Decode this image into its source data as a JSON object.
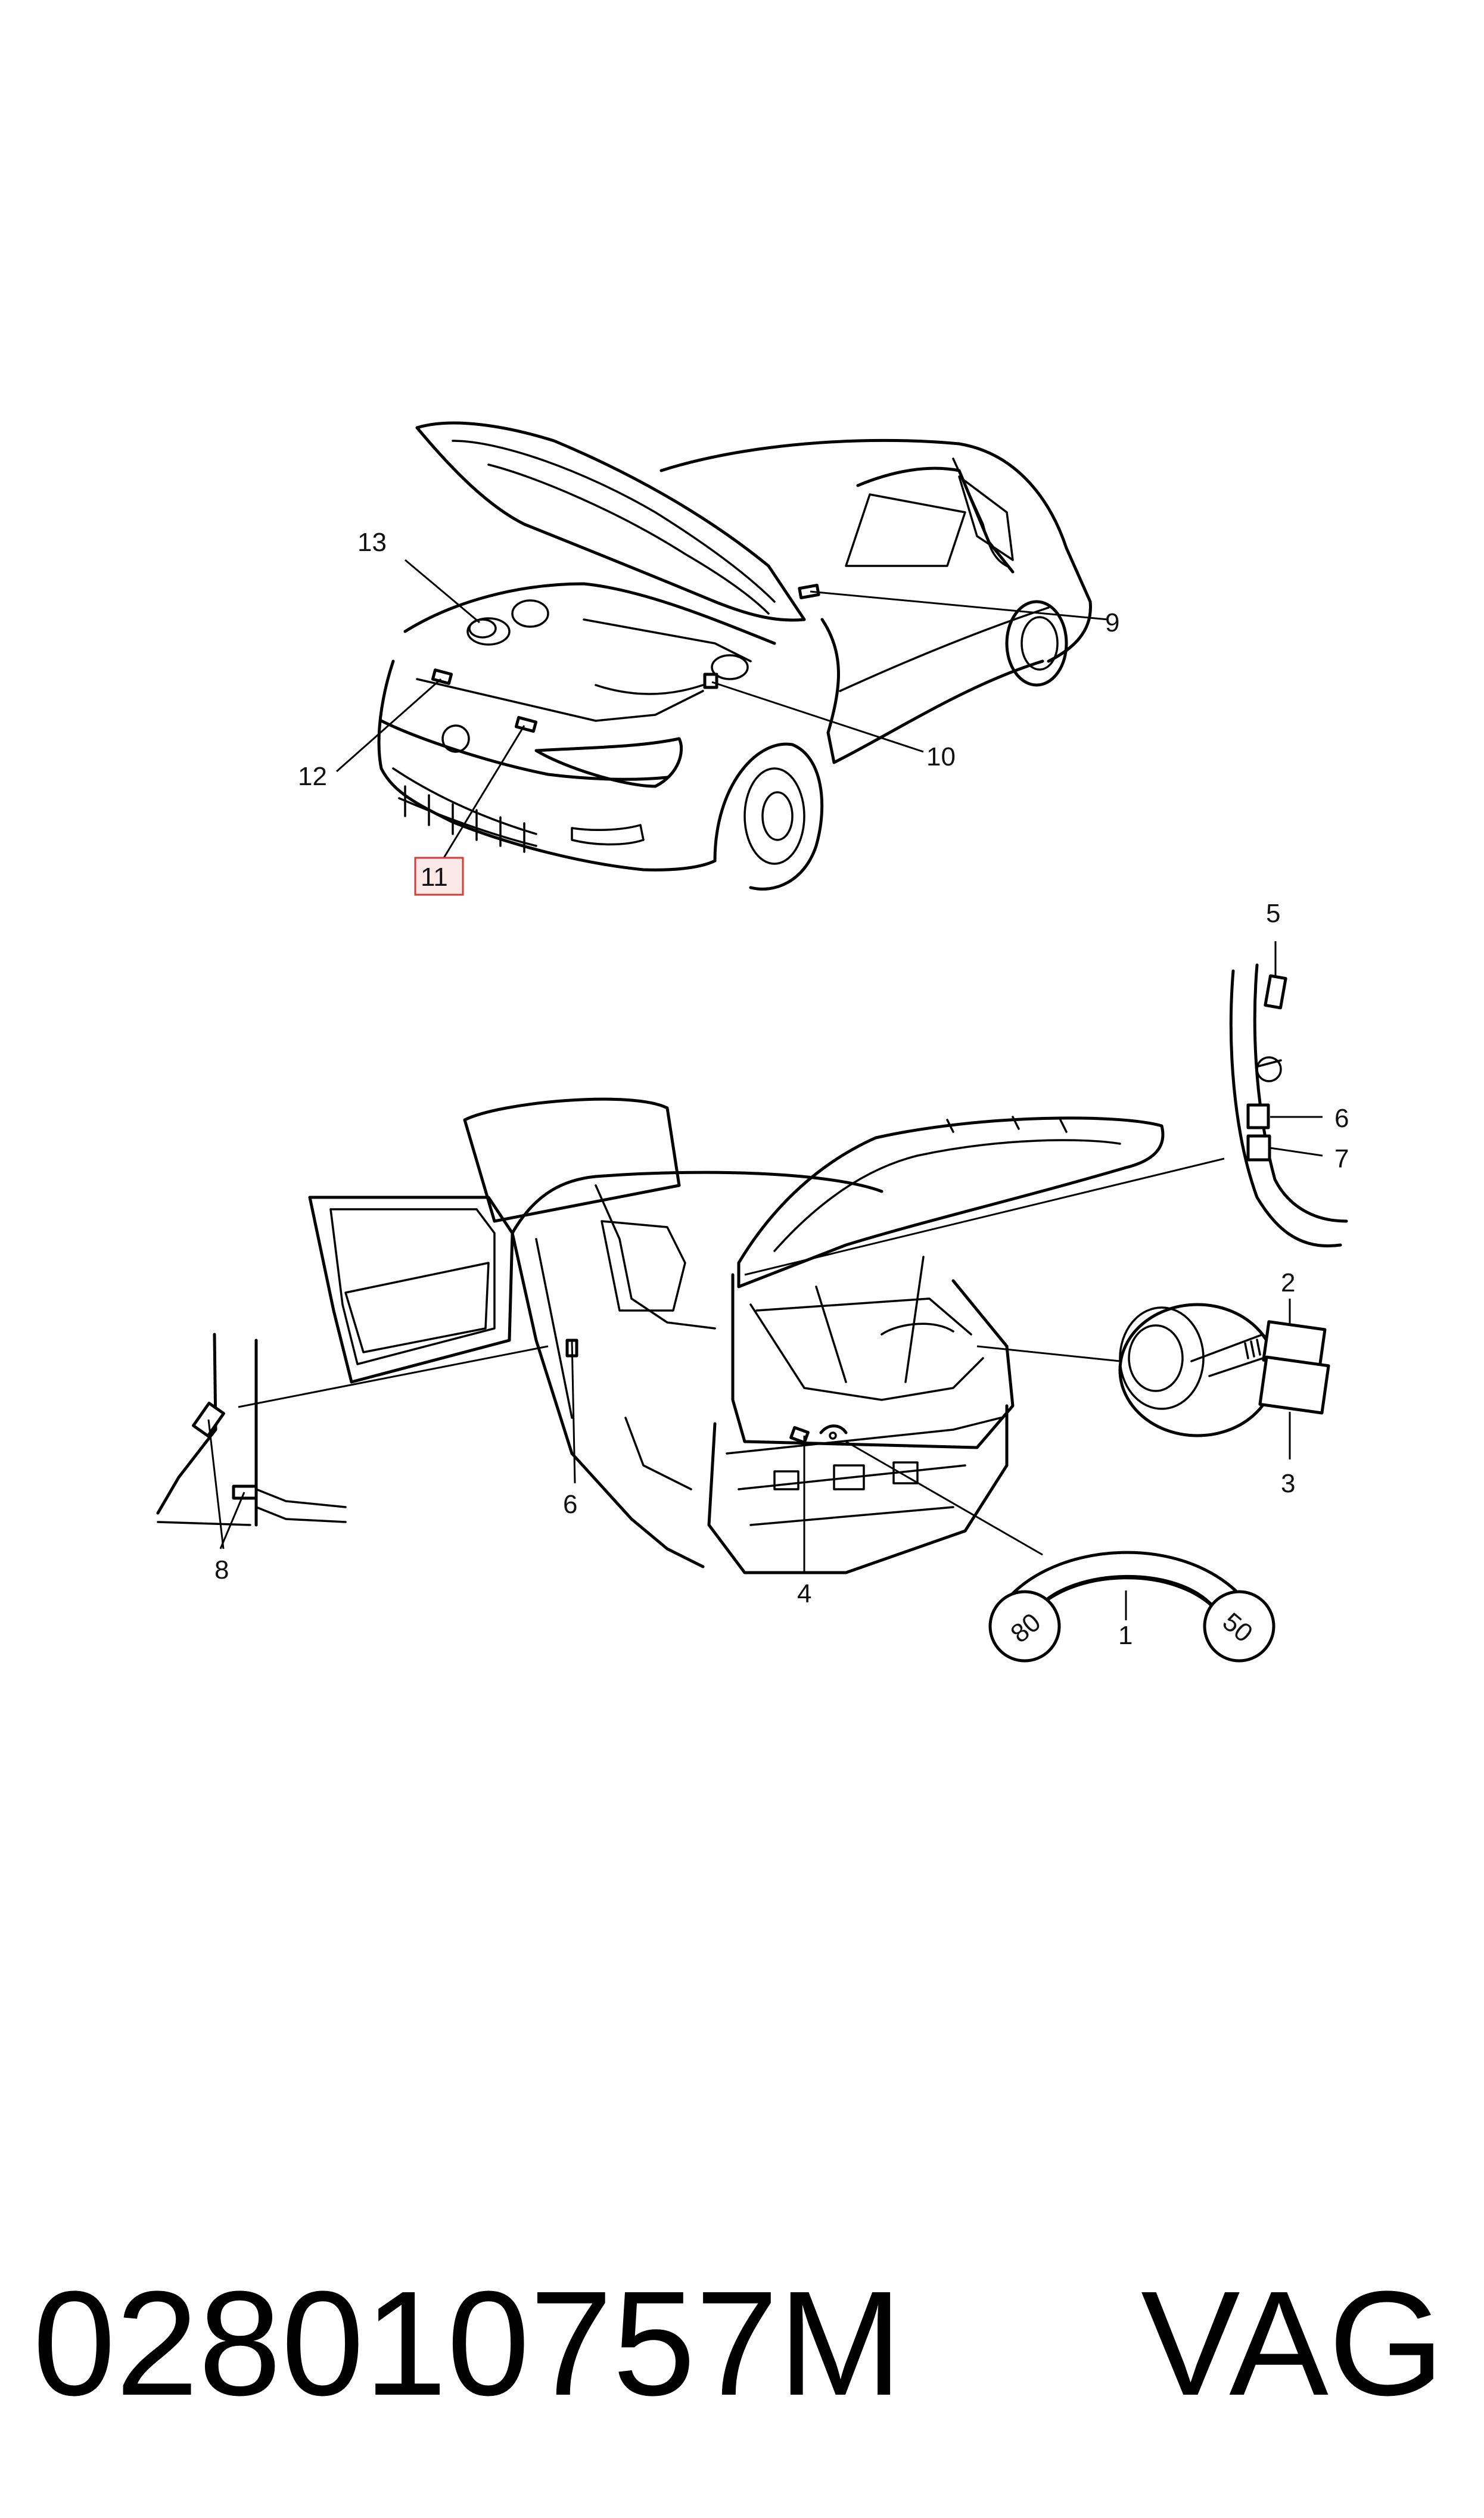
{
  "diagram": {
    "callouts": {
      "c1": "1",
      "c2": "2",
      "c3": "3",
      "c4": "4",
      "c5": "5",
      "c6a": "6",
      "c6b": "6",
      "c7": "7",
      "c8": "8",
      "c9": "9",
      "c10": "10",
      "c11": "11",
      "c12": "12",
      "c13": "13"
    },
    "highlighted_callout": "11",
    "label_1_left": "80",
    "label_1_right": "50"
  },
  "footer": {
    "part_number": "028010757M",
    "brand": "VAG"
  }
}
